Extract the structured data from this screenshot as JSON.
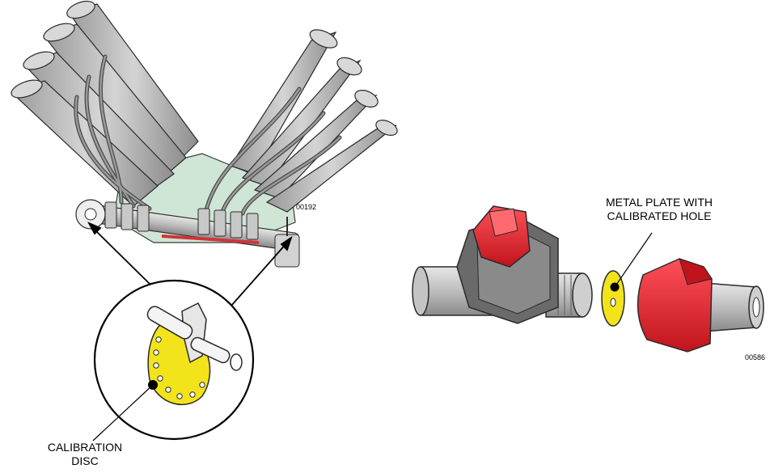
{
  "figure_left": {
    "code": "00192",
    "callout": {
      "line1": "CALIBRATION",
      "line2": "DISC"
    }
  },
  "figure_right": {
    "code": "00586",
    "callout": {
      "line1": "METAL PLATE WITH",
      "line2": "CALIBRATED HOLE"
    }
  },
  "colors": {
    "hose_grey": "#b9b9b9",
    "manifold_green": "#cfe6d6",
    "disc_yellow": "#f2e31b",
    "cap_red": "#e3222a",
    "dark_grey": "#6a6a6a",
    "outline": "#222222"
  },
  "icons": [
    "sprayer-boom-illustration",
    "calibration-disc-closeup",
    "valve-assembly-illustration",
    "nozzle-cap-illustration"
  ]
}
